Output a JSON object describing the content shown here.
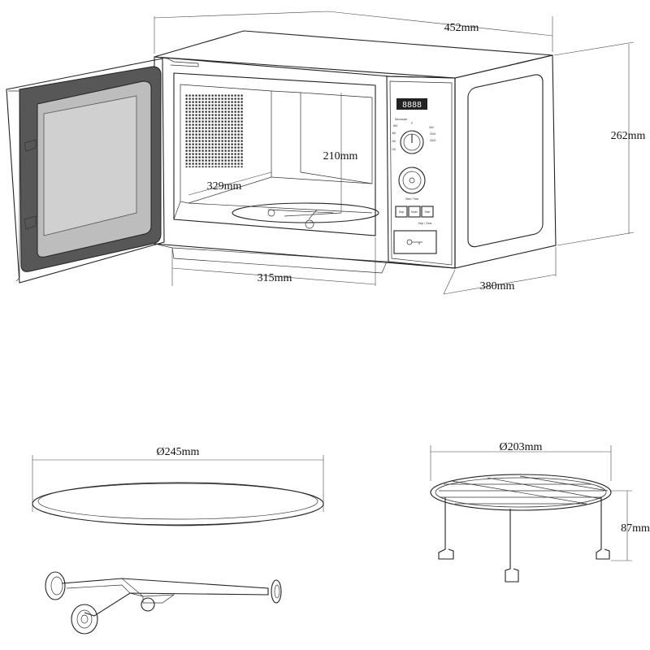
{
  "microwave": {
    "dimensions": {
      "width": "452mm",
      "height": "262mm",
      "depth": "380mm",
      "cavity_width": "315mm",
      "cavity_depth": "329mm",
      "cavity_height": "210mm"
    },
    "control_panel": {
      "display": "8888",
      "label": "Microwave",
      "dial_marks": [
        "800",
        "P",
        "Grill",
        "Grill1",
        "Grill2",
        "440",
        "240",
        "100"
      ],
      "dial_caption": "Start / Time",
      "buttons": [
        "Stop",
        "Mode",
        "Start"
      ],
      "button_caption": "Stop / Clear"
    }
  },
  "turntable": {
    "diameter": "Ø245mm"
  },
  "grill_rack": {
    "diameter": "Ø203mm",
    "height": "87mm"
  }
}
